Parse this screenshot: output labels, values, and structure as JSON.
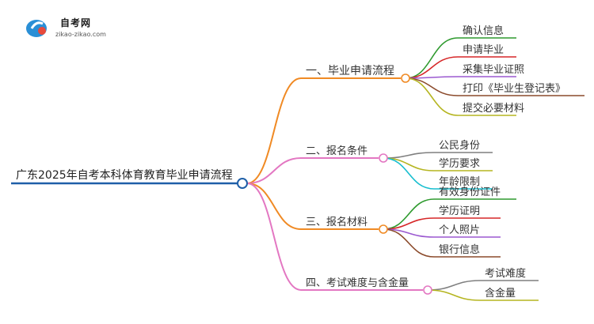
{
  "logo": {
    "title": "自考网",
    "url": "zikao-zikao.com"
  },
  "mindmap": {
    "root": "广东2025年自考本科体育教育毕业申请流程",
    "branches": [
      {
        "label": "一、毕业申请流程",
        "color": "#f08a24",
        "children": [
          {
            "label": "确认信息",
            "color": "#2e9a2e"
          },
          {
            "label": "申请毕业",
            "color": "#d62728"
          },
          {
            "label": "采集毕业证照",
            "color": "#9b59d0"
          },
          {
            "label": "打印《毕业生登记表》",
            "color": "#8b4a2b"
          },
          {
            "label": "提交必要材料",
            "color": "#b5b520"
          }
        ]
      },
      {
        "label": "二、报名条件",
        "color": "#e377c2",
        "children": [
          {
            "label": "公民身份",
            "color": "#7f7f7f"
          },
          {
            "label": "学历要求",
            "color": "#b5b520"
          },
          {
            "label": "年龄限制",
            "color": "#17becf"
          }
        ]
      },
      {
        "label": "三、报名材料",
        "color": "#f08a24",
        "children": [
          {
            "label": "有效身份证件",
            "color": "#2e9a2e"
          },
          {
            "label": "学历证明",
            "color": "#d62728"
          },
          {
            "label": "个人照片",
            "color": "#9b59d0"
          },
          {
            "label": "银行信息",
            "color": "#8b4a2b"
          }
        ]
      },
      {
        "label": "四、考试难度与含金量",
        "color": "#e377c2",
        "children": [
          {
            "label": "考试难度",
            "color": "#7f7f7f"
          },
          {
            "label": "含金量",
            "color": "#b5b520"
          }
        ]
      }
    ]
  }
}
